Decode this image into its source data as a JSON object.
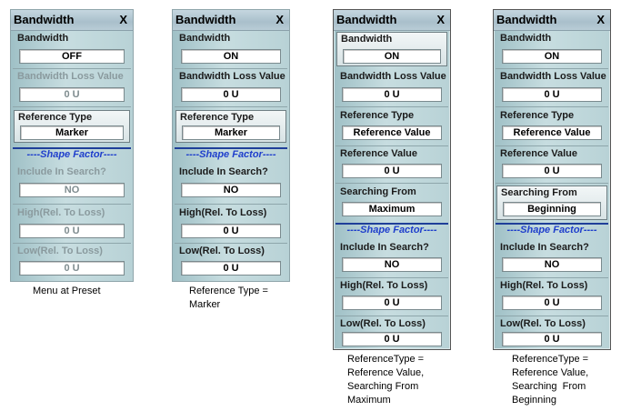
{
  "panels": [
    {
      "title": "Bandwidth",
      "close": "X",
      "bandwidth_label": "Bandwidth",
      "bandwidth_value": "OFF",
      "loss_label": "Bandwidth Loss Value",
      "loss_value": "0 U",
      "ref_type_label": "Reference Type",
      "ref_type_value": "Marker",
      "shape_factor": "----Shape Factor----",
      "include_label": "Include In Search?",
      "include_value": "NO",
      "high_label": "High(Rel. To Loss)",
      "high_value": "0 U",
      "low_label": "Low(Rel. To Loss)",
      "low_value": "0 U",
      "caption": "Menu at Preset"
    },
    {
      "title": "Bandwidth",
      "close": "X",
      "bandwidth_label": "Bandwidth",
      "bandwidth_value": "ON",
      "loss_label": "Bandwidth Loss Value",
      "loss_value": "0 U",
      "ref_type_label": "Reference Type",
      "ref_type_value": "Marker",
      "shape_factor": "----Shape Factor----",
      "include_label": "Include In Search?",
      "include_value": "NO",
      "high_label": "High(Rel. To Loss)",
      "high_value": "0 U",
      "low_label": "Low(Rel. To Loss)",
      "low_value": "0 U",
      "caption_lines": [
        "Reference Type =",
        "Marker"
      ]
    },
    {
      "title": "Bandwidth",
      "close": "X",
      "bandwidth_label": "Bandwidth",
      "bandwidth_value": "ON",
      "loss_label": "Bandwidth Loss Value",
      "loss_value": "0 U",
      "ref_type_label": "Reference Type",
      "ref_type_value": "Reference Value",
      "ref_value_label": "Reference Value",
      "ref_value_value": "0 U",
      "searching_label": "Searching From",
      "searching_value": "Maximum",
      "shape_factor": "----Shape Factor----",
      "include_label": "Include In Search?",
      "include_value": "NO",
      "high_label": "High(Rel. To Loss)",
      "high_value": "0 U",
      "low_label": "Low(Rel. To Loss)",
      "low_value": "0 U",
      "caption_lines": [
        "ReferenceType =",
        "Reference Value,",
        "Searching From",
        "Maximum"
      ]
    },
    {
      "title": "Bandwidth",
      "close": "X",
      "bandwidth_label": "Bandwidth",
      "bandwidth_value": "ON",
      "loss_label": "Bandwidth Loss Value",
      "loss_value": "0 U",
      "ref_type_label": "Reference Type",
      "ref_type_value": "Reference Value",
      "ref_value_label": "Reference Value",
      "ref_value_value": "0 U",
      "searching_label": "Searching From",
      "searching_value": "Beginning",
      "shape_factor": "----Shape Factor----",
      "include_label": "Include In Search?",
      "include_value": "NO",
      "high_label": "High(Rel. To Loss)",
      "high_value": "0 U",
      "low_label": "Low(Rel. To Loss)",
      "low_value": "0 U",
      "caption_lines": [
        "ReferenceType =",
        "Reference Value,",
        "Searching  From",
        "Beginning"
      ]
    }
  ]
}
